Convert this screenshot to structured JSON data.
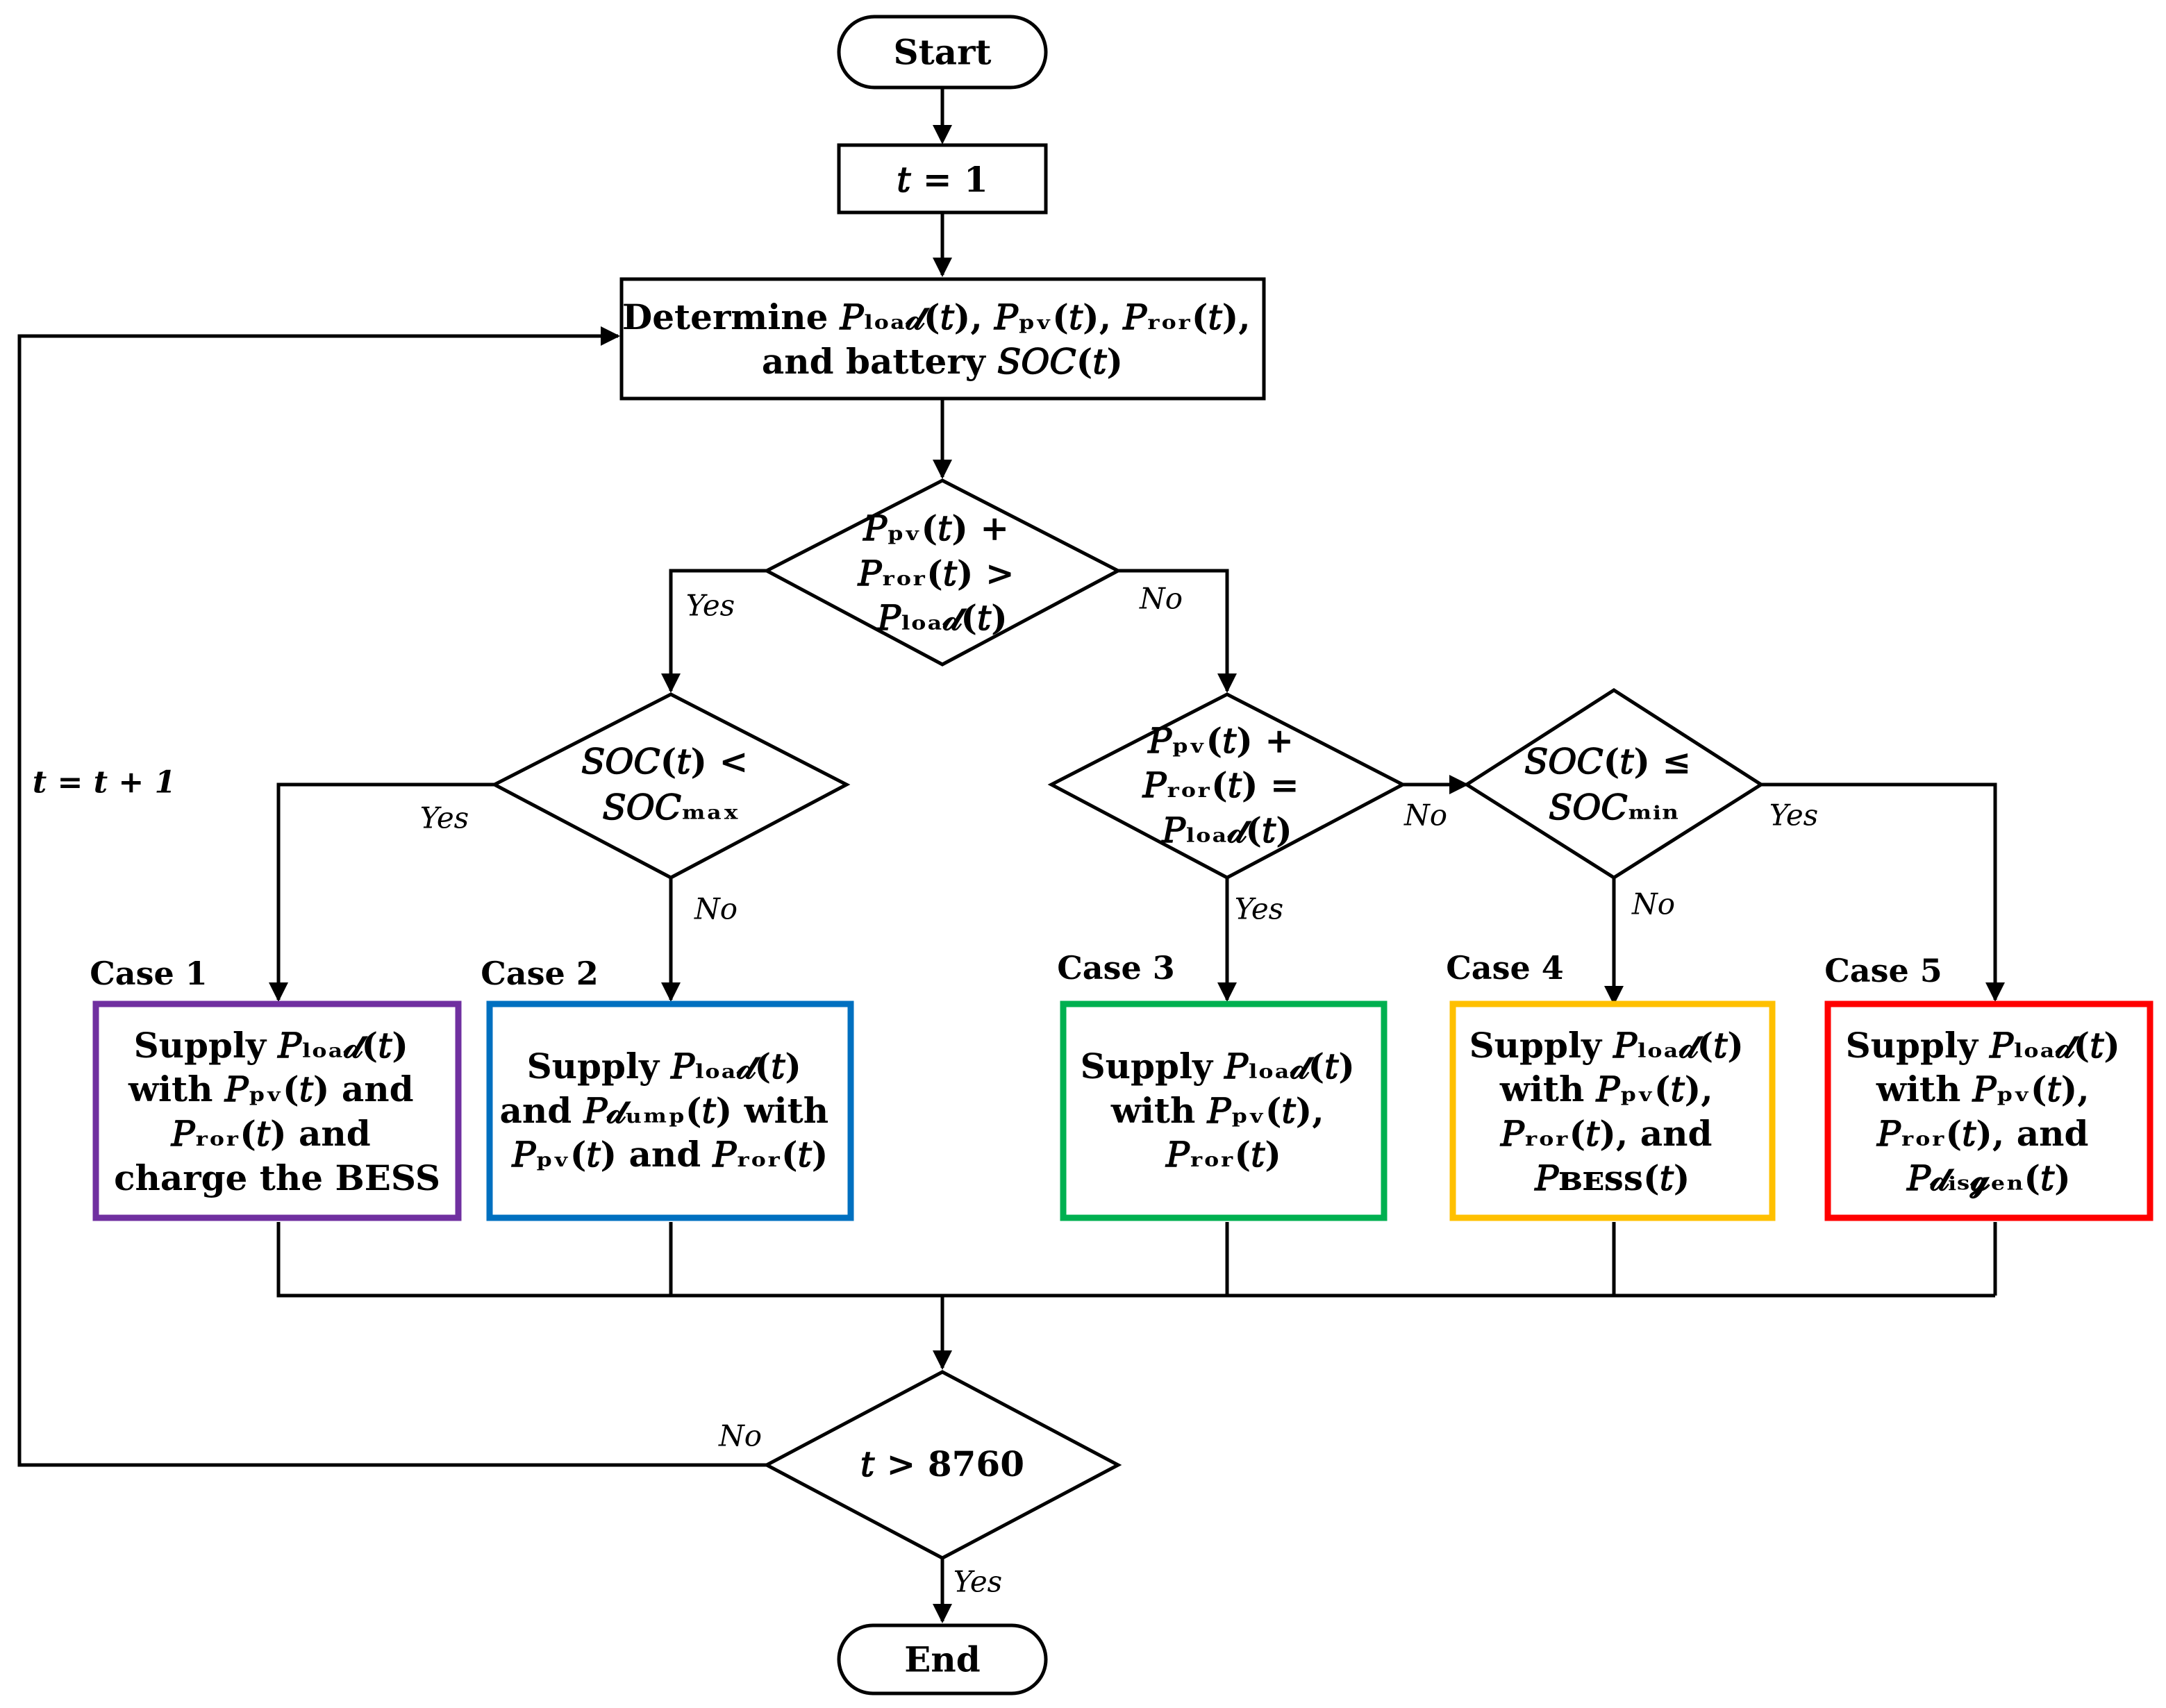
{
  "nodes": {
    "start": "Start",
    "init": [
      "𝑡 = 1"
    ],
    "determine": [
      "Determine 𝑃ₗₒₐ𝒹(𝑡), 𝑃ₚᵥ(𝑡), 𝑃ᵣₒᵣ(𝑡),",
      "and battery 𝑆𝑂𝐶(𝑡)"
    ],
    "decision_surplus": [
      "𝑃ₚᵥ(𝑡) +",
      "𝑃ᵣₒᵣ(𝑡) >",
      "𝑃ₗₒₐ𝒹(𝑡)"
    ],
    "decision_soc_max": [
      "𝑆𝑂𝐶(𝑡) <",
      "𝑆𝑂𝐶ₘₐₓ"
    ],
    "decision_equal": [
      "𝑃ₚᵥ(𝑡) +",
      "𝑃ᵣₒᵣ(𝑡) =",
      "𝑃ₗₒₐ𝒹(𝑡)"
    ],
    "decision_soc_min": [
      "𝑆𝑂𝐶(𝑡) ≤",
      "𝑆𝑂𝐶ₘᵢₙ"
    ],
    "decision_end": [
      "𝑡 > 8760"
    ],
    "end": "End"
  },
  "cases": [
    {
      "label": "Case 1",
      "color": "#7030A0",
      "lines": [
        "Supply 𝑃ₗₒₐ𝒹(𝑡)",
        "with 𝑃ₚᵥ(𝑡) and",
        "𝑃ᵣₒᵣ(𝑡) and",
        "charge the BESS"
      ]
    },
    {
      "label": "Case 2",
      "color": "#0070C0",
      "lines": [
        "Supply 𝑃ₗₒₐ𝒹(𝑡)",
        "and 𝑃𝒹ᵤₘₚ(𝑡) with",
        "𝑃ₚᵥ(𝑡) and 𝑃ᵣₒᵣ(𝑡)"
      ]
    },
    {
      "label": "Case 3",
      "color": "#00B050",
      "lines": [
        "Supply 𝑃ₗₒₐ𝒹(𝑡)",
        "with 𝑃ₚᵥ(𝑡),",
        "𝑃ᵣₒᵣ(𝑡)"
      ]
    },
    {
      "label": "Case 4",
      "color": "#FFC000",
      "lines": [
        "Supply 𝑃ₗₒₐ𝒹(𝑡)",
        "with 𝑃ₚᵥ(𝑡),",
        "𝑃ᵣₒᵣ(𝑡), and",
        "𝑃ʙᴇꜱꜱ(𝑡)"
      ]
    },
    {
      "label": "Case 5",
      "color": "#FF0000",
      "lines": [
        "Supply 𝑃ₗₒₐ𝒹(𝑡)",
        "with 𝑃ₚᵥ(𝑡),",
        "𝑃ᵣₒᵣ(𝑡), and",
        "𝑃𝒹ᵢₛ𝓰ₑₙ(𝑡)"
      ]
    }
  ],
  "edge_labels": {
    "surplus_yes": "Yes",
    "surplus_no": "No",
    "soc_max_yes": "Yes",
    "soc_max_no": "No",
    "equal_yes": "Yes",
    "equal_no": "No",
    "soc_min_yes": "Yes",
    "soc_min_no": "No",
    "end_no": "No",
    "end_yes": "Yes"
  },
  "loop_label": "t = t + 1"
}
